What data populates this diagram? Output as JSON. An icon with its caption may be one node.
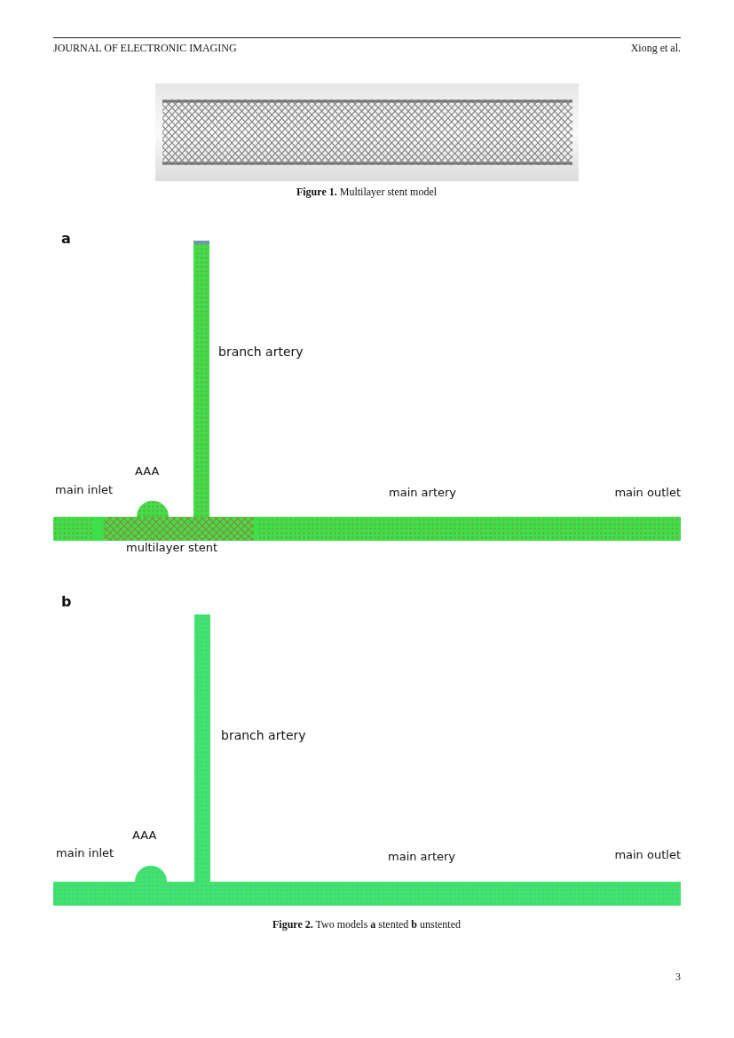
{
  "diagram": {
    "labels": [
      "JOURNAL OF ELECTRONIC IMAGING",
      "Xiong et al.",
      "**Figure 1.** Multilayer stent model",
      "a",
      "branch artery",
      "AAA",
      "main inlet",
      "main artery",
      "main outlet",
      "multilayer stent",
      "b",
      "branch artery",
      "AAA",
      "main inlet",
      "main artery",
      "main outlet",
      "**Figure 2.** Two models **a** stented **b** unstented",
      "3"
    ]
  }
}
